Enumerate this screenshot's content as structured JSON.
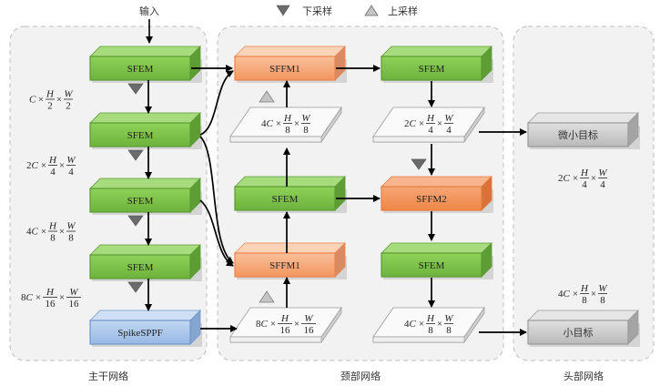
{
  "input_label": "输入",
  "legend": {
    "downsample": {
      "label": "下采样",
      "icon": "down-triangle-icon",
      "color": "#6b6b6b"
    },
    "upsample": {
      "label": "上采样",
      "icon": "up-triangle-icon",
      "color": "#b3b3b3"
    }
  },
  "colors": {
    "green": "#7cc24a",
    "orange": "#f4a071",
    "blue": "#a9c6ea",
    "gray": "#bdbdbd",
    "panel": "#f2f2f2"
  },
  "sections": {
    "backbone": "主干网络",
    "neck": "颈部网络",
    "head": "头部网络"
  },
  "backbone": {
    "blocks": [
      "SFEM",
      "SFEM",
      "SFEM",
      "SFEM",
      "SpikeSPPF"
    ],
    "dims": [
      {
        "c": "C",
        "h": "2",
        "w": "2"
      },
      {
        "c": "2C",
        "h": "4",
        "w": "4"
      },
      {
        "c": "4C",
        "h": "8",
        "w": "8"
      },
      {
        "c": "8C",
        "h": "16",
        "w": "16"
      }
    ]
  },
  "neck": {
    "col1": {
      "top": "SFFM1",
      "plate_top": {
        "c": "4C",
        "h": "8",
        "w": "8"
      },
      "mid": "SFEM",
      "bottom": "SFFM1",
      "plate_bottom": {
        "c": "8C",
        "h": "16",
        "w": "16"
      }
    },
    "col2": {
      "top": "SFEM",
      "plate_top": {
        "c": "2C",
        "h": "4",
        "w": "4"
      },
      "mid": "SFFM2",
      "bottom": "SFEM",
      "plate_bottom": {
        "c": "4C",
        "h": "8",
        "w": "8"
      }
    }
  },
  "head": {
    "tiny": {
      "label": "微小目标",
      "dim": {
        "c": "2C",
        "h": "4",
        "w": "4"
      }
    },
    "small": {
      "label": "小目标",
      "dim": {
        "c": "4C",
        "h": "8",
        "w": "8"
      }
    }
  },
  "symbols": {
    "times": "×",
    "H": "H",
    "W": "W"
  }
}
